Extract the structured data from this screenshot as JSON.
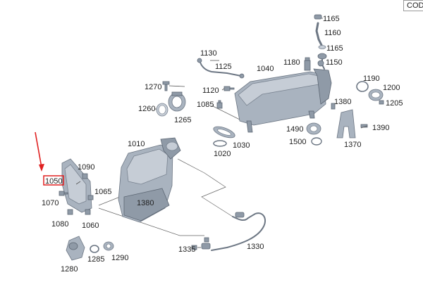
{
  "corner_tag": "COD",
  "highlight": {
    "label": "1050",
    "marker_color": "#e02020"
  },
  "labels": [
    {
      "key": "l1165a",
      "text": "1165"
    },
    {
      "key": "l1160",
      "text": "1160"
    },
    {
      "key": "l1165b",
      "text": "1165"
    },
    {
      "key": "l1130",
      "text": "1130"
    },
    {
      "key": "l1180",
      "text": "1180"
    },
    {
      "key": "l1150",
      "text": "1150"
    },
    {
      "key": "l1125",
      "text": "1125"
    },
    {
      "key": "l1040",
      "text": "1040"
    },
    {
      "key": "l1190",
      "text": "1190"
    },
    {
      "key": "l1270",
      "text": "1270"
    },
    {
      "key": "l1120",
      "text": "1120"
    },
    {
      "key": "l1200",
      "text": "1200"
    },
    {
      "key": "l1260",
      "text": "1260"
    },
    {
      "key": "l1085",
      "text": "1085"
    },
    {
      "key": "l1205",
      "text": "1205"
    },
    {
      "key": "l1380a",
      "text": "1380"
    },
    {
      "key": "l1265",
      "text": "1265"
    },
    {
      "key": "l1390",
      "text": "1390"
    },
    {
      "key": "l1490",
      "text": "1490"
    },
    {
      "key": "l1500",
      "text": "1500"
    },
    {
      "key": "l1030",
      "text": "1030"
    },
    {
      "key": "l1370",
      "text": "1370"
    },
    {
      "key": "l1010",
      "text": "1010"
    },
    {
      "key": "l1020",
      "text": "1020"
    },
    {
      "key": "l1090",
      "text": "1090"
    },
    {
      "key": "l1065",
      "text": "1065"
    },
    {
      "key": "l1070",
      "text": "1070"
    },
    {
      "key": "l1380b",
      "text": "1380"
    },
    {
      "key": "l1080",
      "text": "1080"
    },
    {
      "key": "l1060",
      "text": "1060"
    },
    {
      "key": "l1335",
      "text": "1335"
    },
    {
      "key": "l1330",
      "text": "1330"
    },
    {
      "key": "l1285",
      "text": "1285"
    },
    {
      "key": "l1290",
      "text": "1290"
    },
    {
      "key": "l1280",
      "text": "1280"
    }
  ]
}
